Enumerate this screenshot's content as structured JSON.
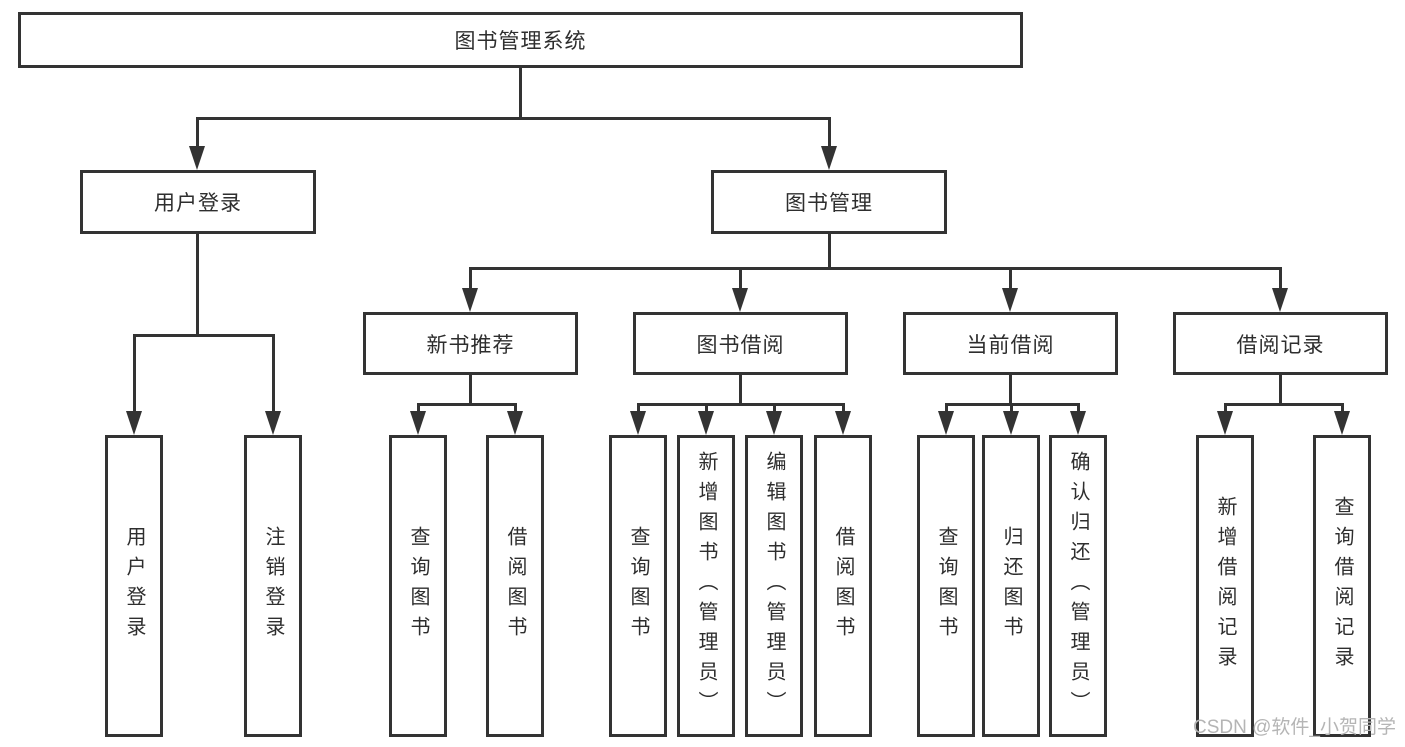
{
  "tree": {
    "root": "图书管理系统",
    "user": {
      "label": "用户登录",
      "leaves": [
        "用户登录",
        "注销登录"
      ]
    },
    "book": {
      "label": "图书管理",
      "sections": [
        {
          "label": "新书推荐",
          "leaves": [
            "查询图书",
            "借阅图书"
          ]
        },
        {
          "label": "图书借阅",
          "leaves": [
            "查询图书",
            "新增图书（管理员）",
            "编辑图书（管理员）",
            "借阅图书"
          ]
        },
        {
          "label": "当前借阅",
          "leaves": [
            "查询图书",
            "归还图书",
            "确认归还（管理员）"
          ]
        },
        {
          "label": "借阅记录",
          "leaves": [
            "新增借阅记录",
            "查询借阅记录"
          ]
        }
      ]
    }
  },
  "watermark": "CSDN @软件_小贺同学",
  "colors": {
    "line": "#333333",
    "text": "#2e2e2e",
    "watermark": "#b5b5b5",
    "node_fill": "#ffffff",
    "background": "#ffffff"
  }
}
